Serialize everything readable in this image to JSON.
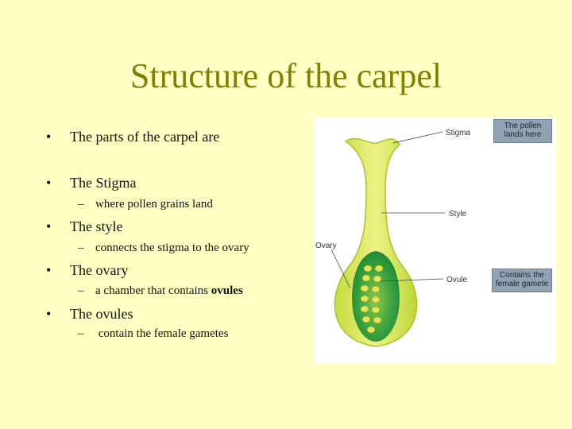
{
  "slide": {
    "title": "Structure of the carpel",
    "bullets": [
      {
        "text": "The parts of the carpel  are"
      },
      {
        "text": "The Stigma",
        "sub": "where pollen grains  land"
      },
      {
        "text": "The style",
        "sub": "connects the stigma to the ovary"
      },
      {
        "text": "The ovary",
        "sub_prefix": "a chamber that contains ",
        "sub_bold": "ovules"
      },
      {
        "text": "The ovules",
        "sub": " contain the female gametes"
      }
    ],
    "bullet_symbol": "•",
    "sub_symbol": "–"
  },
  "figure": {
    "labels": {
      "stigma": "Stigma",
      "style": "Style",
      "ovary": "Ovary",
      "ovule": "Ovule"
    },
    "callouts": {
      "pollen": [
        "The pollen",
        "lands here"
      ],
      "gamete": [
        "Contains the",
        "female gamete"
      ]
    },
    "colors": {
      "carpel_light": "#e8f07a",
      "carpel_mid": "#c4dc3c",
      "ovary_dark": "#2e9a3a",
      "ovule": "#e6e45a",
      "callout_bg": "#8fa3b5"
    }
  }
}
